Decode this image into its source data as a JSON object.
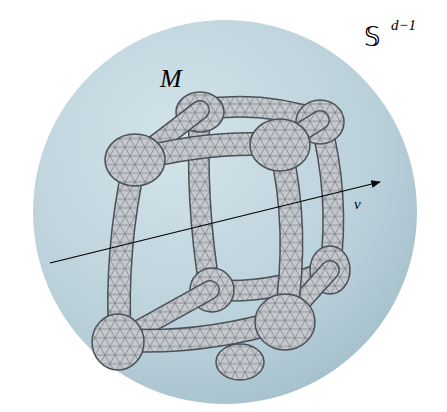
{
  "diagram": {
    "labels": [
      "M",
      "𝕊",
      "d−1",
      "v"
    ]
  }
}
